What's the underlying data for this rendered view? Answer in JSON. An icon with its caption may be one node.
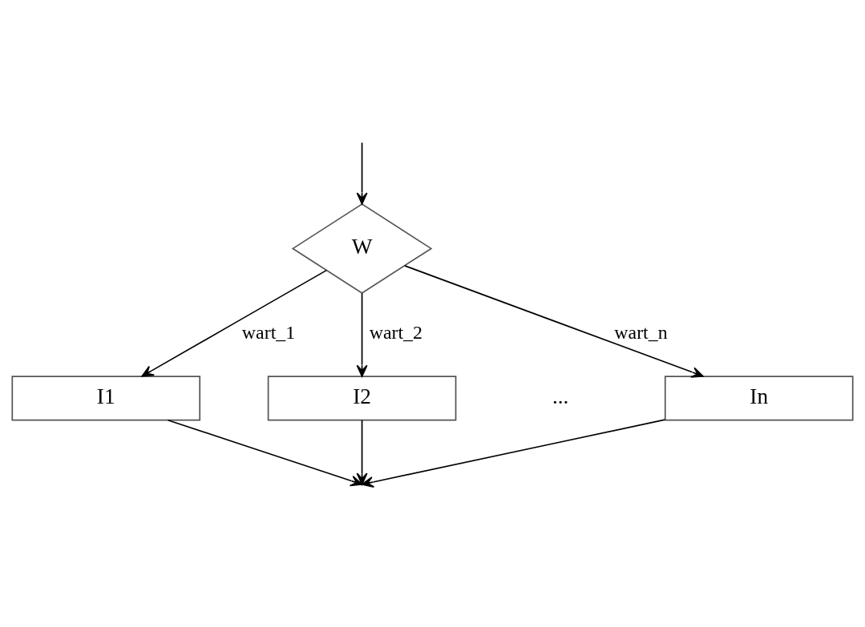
{
  "diagram": {
    "nodes": [
      {
        "text": [
          "W"
        ]
      },
      {
        "text": [
          "I1"
        ]
      },
      {
        "text": [
          "I2"
        ]
      },
      {
        "text": [
          "In"
        ]
      }
    ],
    "edges": [
      {
        "from": null,
        "to": 0,
        "arrow": "to"
      },
      {
        "from": 0,
        "to": 1,
        "arrow": "to",
        "label": "wart_1"
      },
      {
        "from": 0,
        "to": 2,
        "arrow": "to",
        "label": "wart_2"
      },
      {
        "from": 0,
        "to": 3,
        "arrow": "to",
        "label": "wart_n"
      },
      {
        "from": 1,
        "to": null,
        "arrow": "to"
      },
      {
        "from": 2,
        "to": null,
        "arrow": "to"
      },
      {
        "from": 3,
        "to": null,
        "arrow": "to"
      }
    ],
    "labels": [
      "..."
    ]
  }
}
